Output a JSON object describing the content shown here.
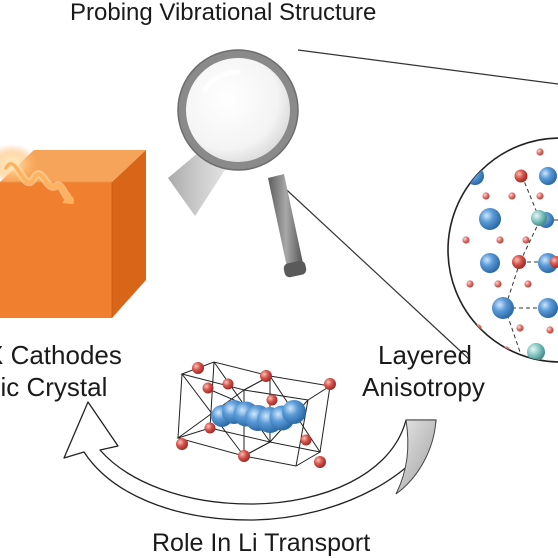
{
  "title": "Probing Vibrational Structure",
  "left_label": {
    "line1": "X Cathodes",
    "line2": "bic Crystal"
  },
  "right_label": {
    "line1": "Layered",
    "line2": "Anisotropy"
  },
  "bottom_label": "Role In Li Transport",
  "colors": {
    "cube_front": "#f07f2f",
    "cube_top": "#f6a45a",
    "cube_side": "#d96518",
    "magnifier_frame": "#8a8a8a",
    "atom_blue": "#5b9bd8",
    "atom_red": "#d9544c",
    "atom_teal": "#7fc4bf",
    "atom_pink": "#e58a84"
  }
}
